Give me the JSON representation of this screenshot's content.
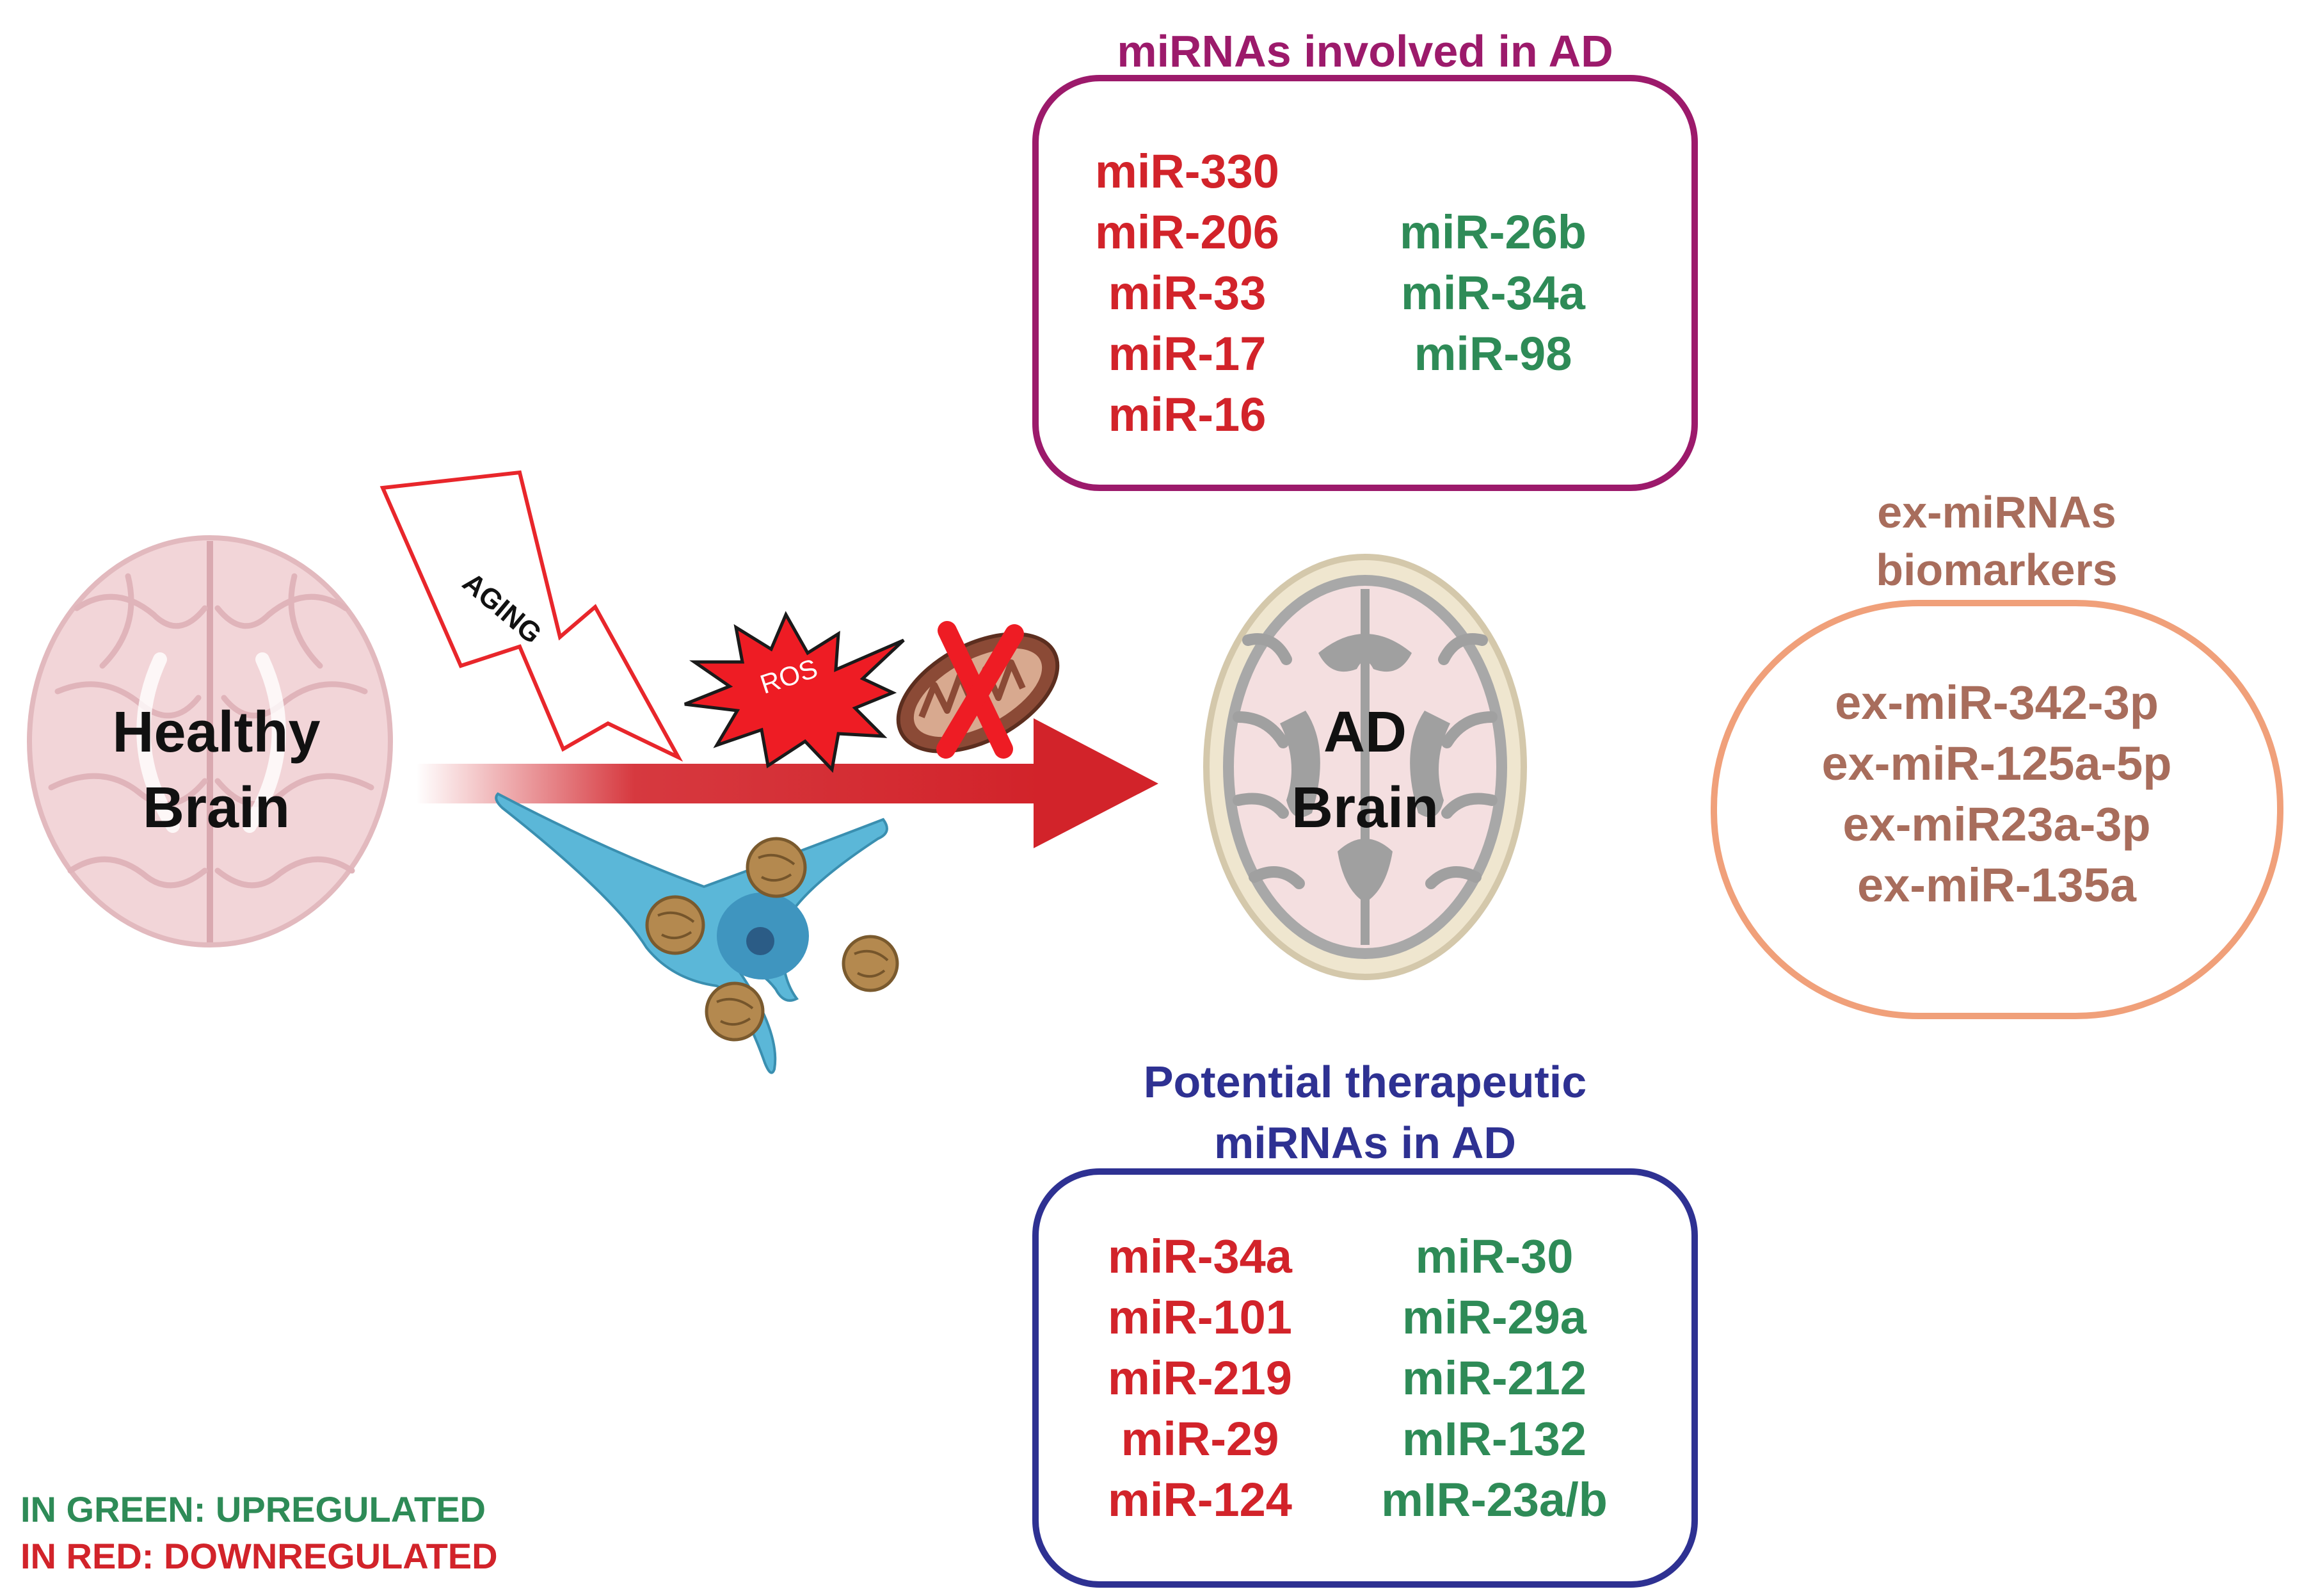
{
  "colors": {
    "red": "#d2232a",
    "green": "#2e8b57",
    "purple": "#9c1a6b",
    "navy": "#2e3192",
    "salmon": "#f0a07a",
    "brown": "#a86d5c"
  },
  "healthy_brain": {
    "line1": "Healthy",
    "line2": "Brain"
  },
  "ad_brain": {
    "line1": "AD",
    "line2": "Brain"
  },
  "aging_label": "AGING",
  "ros_label": "ROS",
  "involved_box": {
    "title": "miRNAs involved in AD",
    "downregulated": [
      "miR-330",
      "miR-206",
      "miR-33",
      "miR-17",
      "miR-16"
    ],
    "upregulated": [
      "miR-26b",
      "miR-34a",
      "miR-98"
    ]
  },
  "biomarker_box": {
    "title_line1": "ex-miRNAs",
    "title_line2": "biomarkers",
    "items": [
      "ex-miR-342-3p",
      "ex-miR-125a-5p",
      "ex-miR23a-3p",
      "ex-miR-135a"
    ]
  },
  "therapeutic_box": {
    "title_line1": "Potential therapeutic",
    "title_line2": "miRNAs in AD",
    "downregulated": [
      "miR-34a",
      "miR-101",
      "miR-219",
      "miR-29",
      "miR-124"
    ],
    "upregulated": [
      "miR-30",
      "miR-29a",
      "miR-212",
      "mIR-132",
      "mIR-23a/b"
    ]
  },
  "legend": {
    "green": "IN GREEN: UPREGULATED",
    "red": "IN RED: DOWNREGULATED"
  }
}
